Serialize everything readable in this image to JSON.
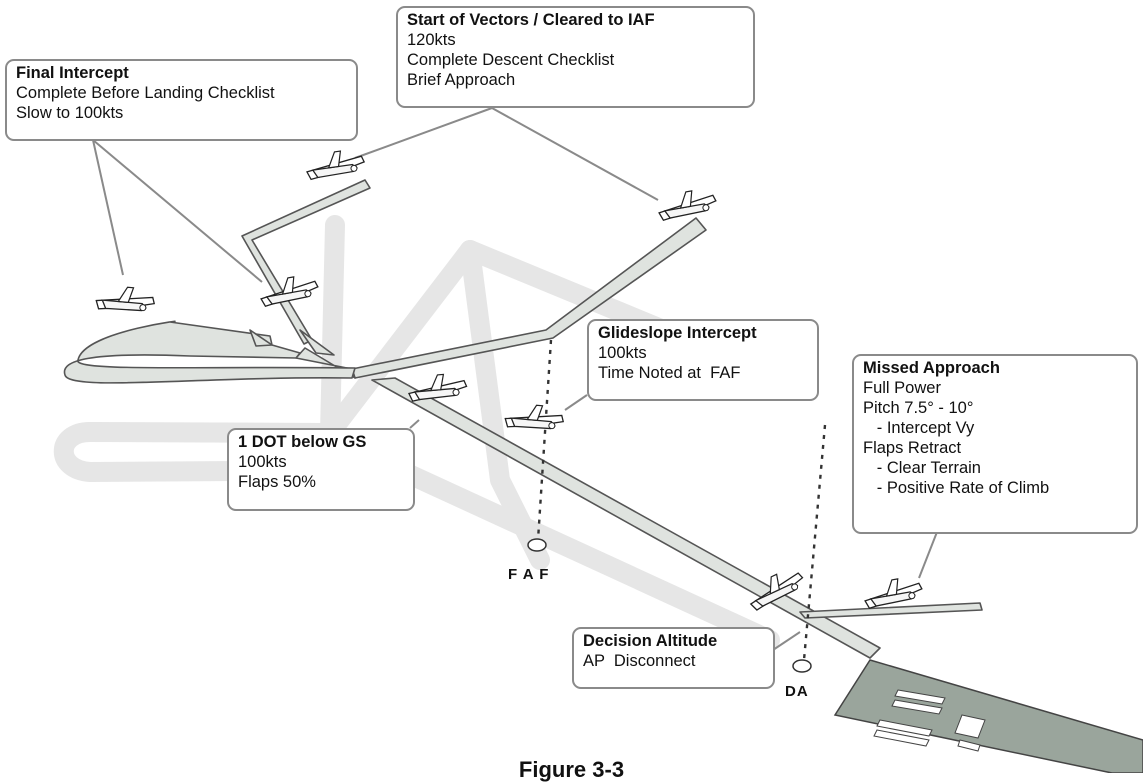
{
  "callouts": {
    "final_intercept": {
      "title": "Final Intercept",
      "lines": [
        "Complete Before Landing Checklist",
        "Slow to 100kts"
      ]
    },
    "start_vectors": {
      "title": "Start of Vectors / Cleared to IAF",
      "lines": [
        "120kts",
        "Complete Descent Checklist",
        "Brief Approach"
      ]
    },
    "glideslope_intercept": {
      "title": "Glideslope Intercept",
      "lines": [
        "100kts",
        "Time Noted at  FAF"
      ]
    },
    "one_dot": {
      "title": "1 DOT below GS",
      "lines": [
        "100kts",
        "Flaps 50%"
      ]
    },
    "missed_approach": {
      "title": "Missed Approach",
      "lines": [
        "Full Power",
        "Pitch 7.5° - 10°",
        "   - Intercept Vy",
        "Flaps Retract",
        "   - Clear Terrain",
        "   - Positive Rate of Climb"
      ]
    },
    "decision_altitude": {
      "title": "Decision Altitude",
      "lines": [
        "AP  Disconnect"
      ]
    }
  },
  "markers": {
    "faf": "F A F",
    "da": "DA"
  },
  "caption": "Figure 3-3",
  "colors": {
    "border": "#8a8a8a",
    "path_fill": "#dfe3df",
    "ground_track": "#e6e6e6",
    "runway": "#9aa59c"
  },
  "icons": [
    "airplane-icon"
  ]
}
